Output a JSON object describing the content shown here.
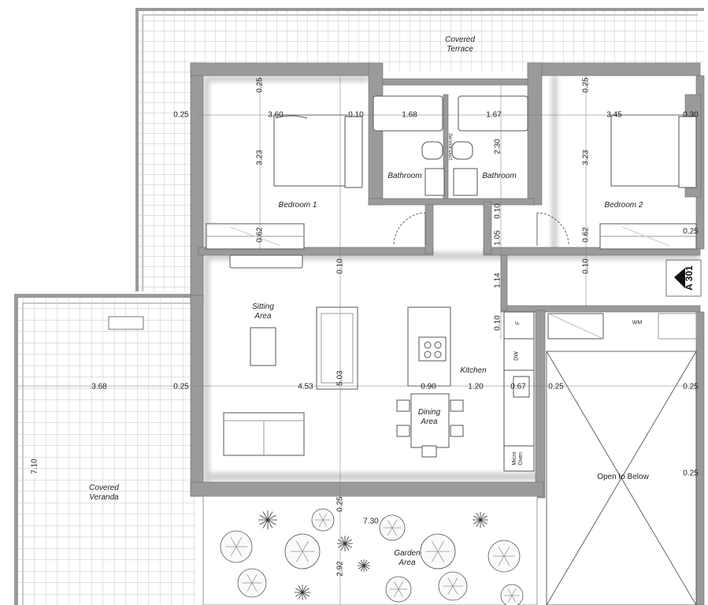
{
  "rooms": {
    "covered_terrace": "Covered\nTerrace",
    "bedroom_1": "Bedroom 1",
    "bedroom_2": "Bedroom 2",
    "bathroom_left": "Bathroom",
    "bathroom_right": "Bathroom",
    "sitting_area": "Sitting\nArea",
    "kitchen": "Kitchen",
    "dining_area": "Dining\nArea",
    "covered_veranda": "Covered\nVeranda",
    "garden_area": "Garden\nArea",
    "open_to_below": "Open to Below",
    "service_duct": "Service Duct"
  },
  "appliances": {
    "fridge": "F",
    "dishwasher": "DW",
    "micro_oven": "Micro\nOven",
    "washing_machine": "WM"
  },
  "section_marker": "A 301",
  "dimensions": {
    "d_025_left": "0.25",
    "d_360": "3.60",
    "d_010_a": "0.10",
    "d_168": "1.68",
    "d_167": "1.67",
    "d_345": "3.45",
    "d_030": "0.30",
    "d_025_b1_top": "0.25",
    "d_025_b2_top": "0.25",
    "d_323_left": "3.23",
    "d_323_right": "3.23",
    "d_230": "2.30",
    "d_010_b": "0.10",
    "d_105": "1.05",
    "d_062_left": "0.62",
    "d_062_right": "0.62",
    "d_025_b2_right": "0.25",
    "d_010_c": "0.10",
    "d_010_d": "0.10",
    "d_114": "1.14",
    "d_010_e": "0.10",
    "d_368": "3.68",
    "d_025_ver": "0.25",
    "d_453": "4.53",
    "d_503": "5.03",
    "d_090": "0.90",
    "d_120": "1.20",
    "d_067": "0.67",
    "d_025_k": "0.25",
    "d_025_r1": "0.25",
    "d_025_r2": "0.25",
    "d_710": "7.10",
    "d_025_g": "0.25",
    "d_730": "7.30",
    "d_292": "2.92"
  },
  "colors": {
    "wall": "#9a9a9a",
    "wall_dark": "#6b6b6b",
    "grid": "#b4b4b4",
    "floor": "#ffffff",
    "tree": "#555555"
  }
}
